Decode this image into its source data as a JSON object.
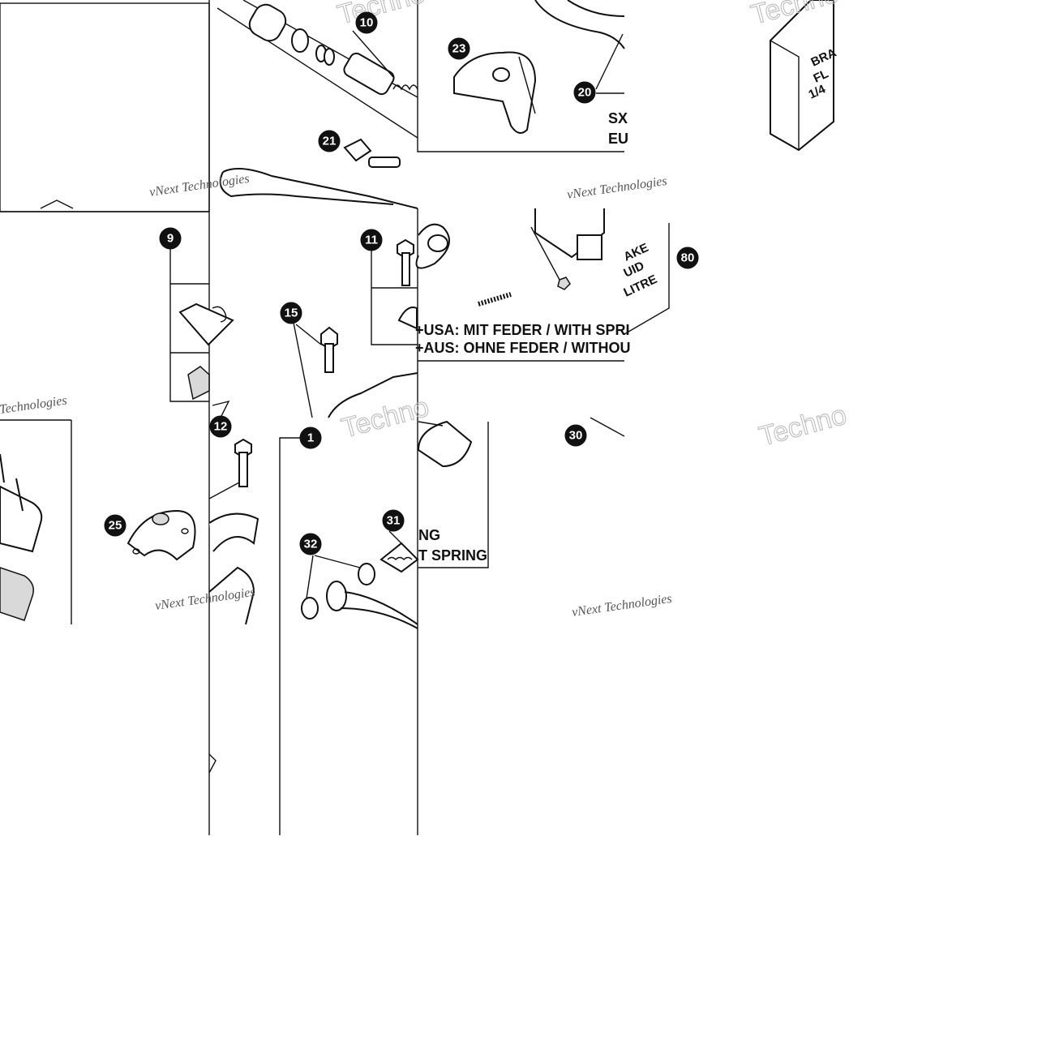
{
  "callouts": [
    {
      "id": "c10",
      "label": "10"
    },
    {
      "id": "c23",
      "label": "23"
    },
    {
      "id": "c20",
      "label": "20"
    },
    {
      "id": "c21",
      "label": "21"
    },
    {
      "id": "c9",
      "label": "9"
    },
    {
      "id": "c11",
      "label": "11"
    },
    {
      "id": "c15",
      "label": "15"
    },
    {
      "id": "c80",
      "label": "80"
    },
    {
      "id": "c12",
      "label": "12"
    },
    {
      "id": "c1",
      "label": "1"
    },
    {
      "id": "c30",
      "label": "30"
    },
    {
      "id": "c25",
      "label": "25"
    },
    {
      "id": "c31",
      "label": "31"
    },
    {
      "id": "c32",
      "label": "32"
    }
  ],
  "notes": {
    "sx_line1": "SX",
    "sx_line2": "EU",
    "usa_line": "+USA:   MIT FEDER / WITH SPRI",
    "aus_line": "+AUS:  OHNE FEDER / WITHOU",
    "spring_line1": "NG",
    "spring_line2": "T SPRING"
  },
  "fluid_label": {
    "line1": "BRA",
    "line2": "FL",
    "line3": "1/4",
    "line4": "AKE",
    "line5": "UID",
    "line6": "LITRE"
  },
  "watermark": {
    "brand_large": "Techno",
    "brand_small": "vNext Technologies",
    "brand_tail": "Technologies"
  },
  "colors": {
    "line": "#111111",
    "callout_fill": "#111111",
    "watermark": "#bdbdbd"
  }
}
